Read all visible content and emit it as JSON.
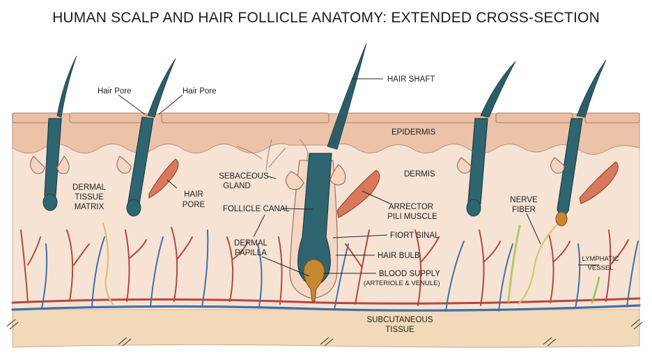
{
  "title": "HUMAN SCALP AND HAIR FOLLICLE ANATOMY: EXTENDED CROSS-SECTION",
  "labels": {
    "hair_pore_left": "Hair Pore",
    "hair_pore_right": "Hair Pore",
    "hair_shaft": "HAIR SHAFT",
    "epidermis": "EPIDERMIS",
    "dermis": "DERMIS",
    "dermal_tissue_matrix": [
      "DERMAL",
      "TISSUE",
      "MATRIX"
    ],
    "hair_pore_muscle": [
      "HAIR",
      "PORE"
    ],
    "sebaceous_gland": [
      "SEBACEOUS",
      "GLAND"
    ],
    "follicle_canal": "FOLLICLE CANAL",
    "dermal_papilla": [
      "DERMAL",
      "PAPILLA"
    ],
    "arrector_pili": [
      "ARRECTOR",
      "PILI MUSCLE"
    ],
    "fiort_sinal": "FIORT SINAL",
    "hair_bulb": "HAIR BULB",
    "blood_supply": "BLOOD SUPPLY",
    "blood_supply_sub": "(ARTERIOLE & VENULE)",
    "nerve_fiber": [
      "NERVE",
      "FIBER"
    ],
    "lymphatic_vessel": [
      "LYMPHATIC",
      "VESSEL"
    ],
    "subcutaneous": [
      "SUBCUTANEOUS",
      "TISSUE"
    ]
  },
  "colors": {
    "epidermis": "#ecc3a9",
    "dermis": "#f6e3d4",
    "subcutaneous": "#f2d9b9",
    "follicle": "#2e6570",
    "papilla": "#c7882f",
    "artery": "#b5473c",
    "vein": "#3f6fa8",
    "muscle": "#d9785a",
    "nerve": "#d6c36a",
    "lymph": "#9cc25a"
  }
}
